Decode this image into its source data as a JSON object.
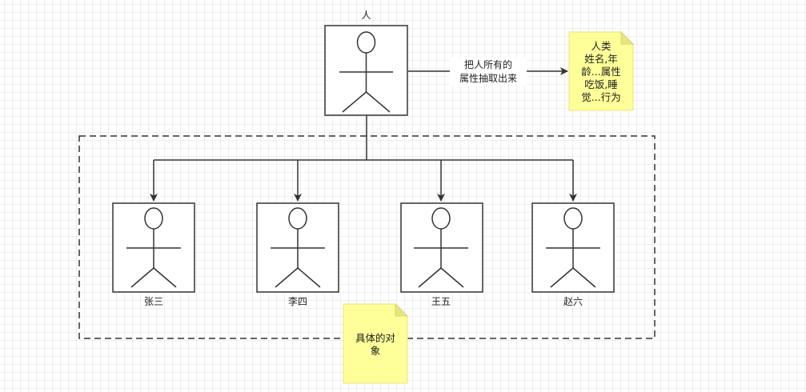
{
  "diagram": {
    "class_label": "人",
    "arrow_label": [
      "把人所有的",
      "属性抽取出来"
    ],
    "class_note": [
      "人类",
      "姓名,年",
      "龄...属性",
      "吃饭,睡",
      "觉...行为"
    ],
    "objects": [
      {
        "label": "张三"
      },
      {
        "label": "李四"
      },
      {
        "label": "王五"
      },
      {
        "label": "赵六"
      }
    ],
    "objects_note": [
      "具体的对",
      "象"
    ]
  },
  "colors": {
    "stroke": "#333333",
    "note_fill": "#ffff99",
    "note_fold": "#e6e680"
  }
}
